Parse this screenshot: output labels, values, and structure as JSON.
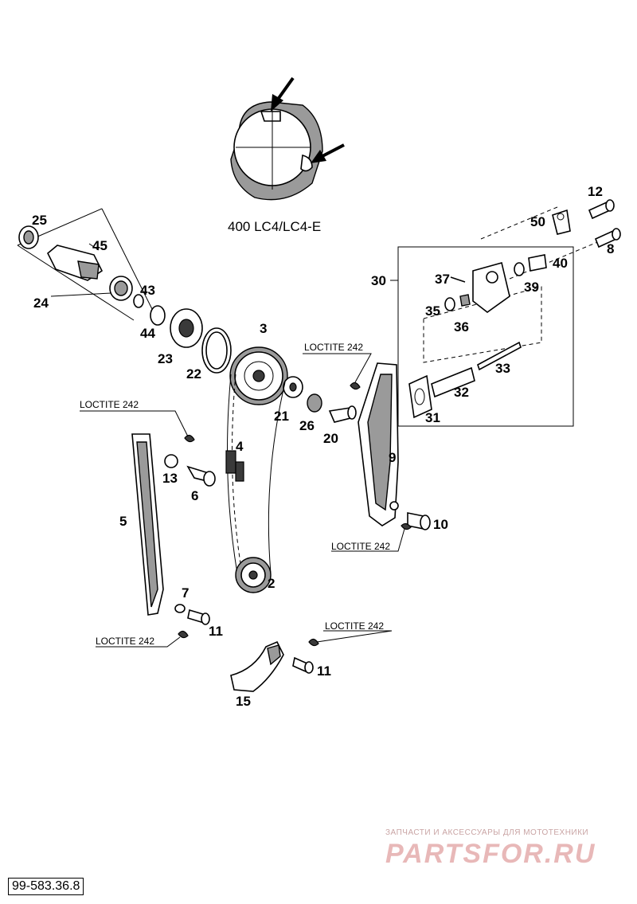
{
  "variant_label": "400 LC4/LC4-E",
  "parts": {
    "p2": "2",
    "p3": "3",
    "p4": "4",
    "p5": "5",
    "p6": "6",
    "p7": "7",
    "p8": "8",
    "p9": "9",
    "p10": "10",
    "p11a": "11",
    "p11b": "11",
    "p12": "12",
    "p13": "13",
    "p15": "15",
    "p20": "20",
    "p21": "21",
    "p22": "22",
    "p23": "23",
    "p24": "24",
    "p25": "25",
    "p26": "26",
    "p30": "30",
    "p31": "31",
    "p32": "32",
    "p33": "33",
    "p35": "35",
    "p36": "36",
    "p37": "37",
    "p39": "39",
    "p40": "40",
    "p43": "43",
    "p44": "44",
    "p45": "45",
    "p50": "50"
  },
  "notes": {
    "loctite_1": "LOCTITE 242",
    "loctite_2": "LOCTITE 242",
    "loctite_3": "LOCTITE 242",
    "loctite_4": "LOCTITE 242",
    "loctite_5": "LOCTITE 242"
  },
  "watermark": {
    "tagline": "ЗАПЧАСТИ И АКСЕССУАРЫ ДЛЯ МОТОТЕХНИКИ",
    "brand": "PARTSFOR.RU"
  },
  "document_code": "99-583.36.8"
}
